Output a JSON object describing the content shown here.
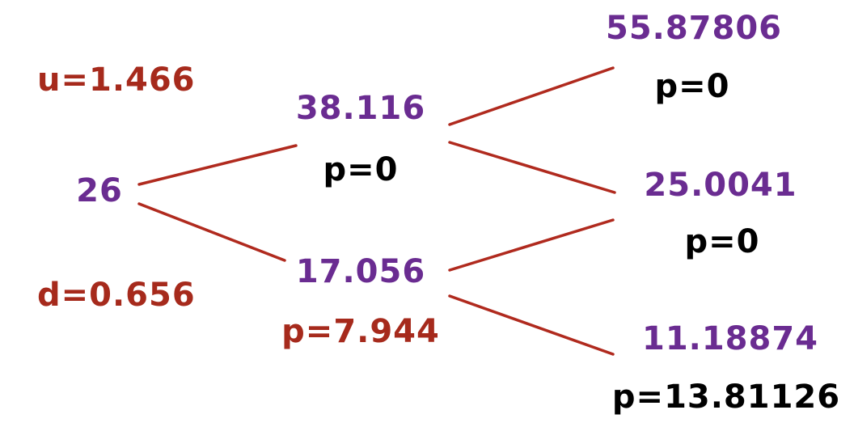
{
  "params": {
    "u": "u=1.466",
    "d": "d=0.656"
  },
  "nodes": {
    "root": {
      "price": "26"
    },
    "up": {
      "price": "38.116",
      "payoff": "p=0"
    },
    "down": {
      "price": "17.056",
      "payoff": "p=7.944"
    },
    "upup": {
      "price": "55.87806",
      "payoff": "p=0"
    },
    "updown": {
      "price": "25.0041",
      "payoff": "p=0"
    },
    "downdown": {
      "price": "11.18874",
      "payoff": "p=13.81126"
    }
  },
  "colors": {
    "price": "#6a2c91",
    "param": "#a62a1c",
    "edge": "#b02a1e",
    "payoff": "#000000",
    "payoff_highlight": "#a62a1c"
  }
}
